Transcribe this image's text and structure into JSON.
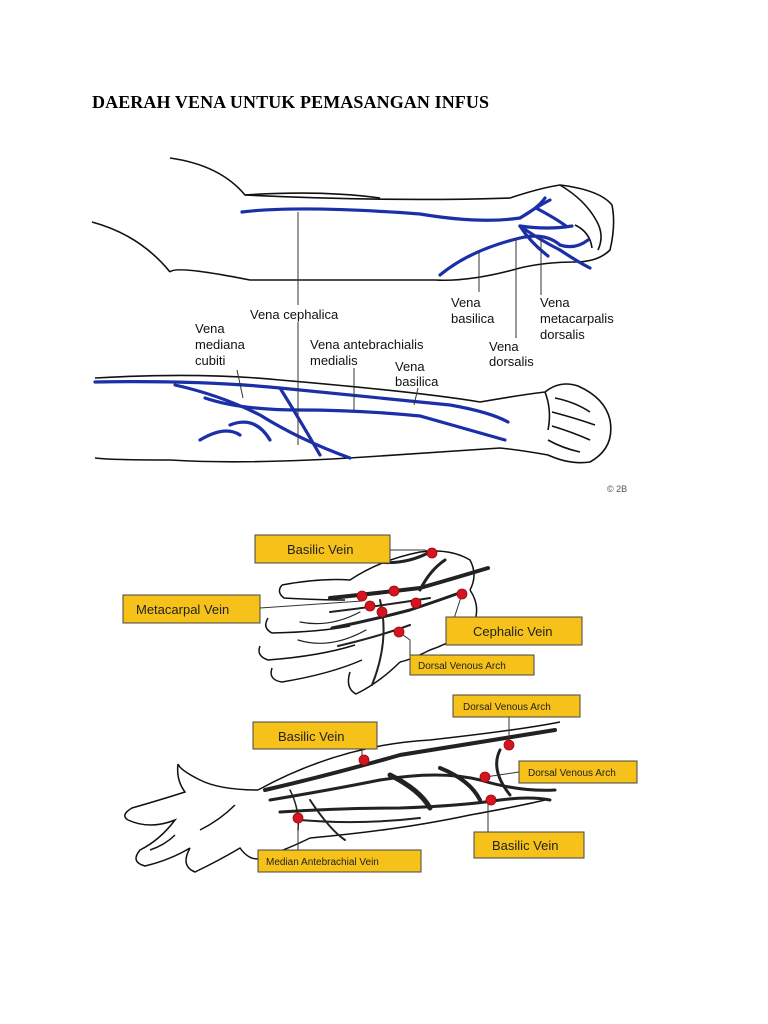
{
  "title": "DAERAH VENA UNTUK PEMASANGAN INFUS",
  "upper_diagram": {
    "labels": {
      "cephalica": "Vena cephalica",
      "mediana_1": "Vena",
      "mediana_2": "mediana",
      "mediana_3": "cubiti",
      "antebrachialis_1": "Vena antebrachialis",
      "antebrachialis_2": "medialis",
      "basilica_lower_1": "Vena",
      "basilica_lower_2": "basilica",
      "basilica_upper_1": "Vena",
      "basilica_upper_2": "basilica",
      "dorsalis_1": "Vena",
      "dorsalis_2": "dorsalis",
      "metacarpalis_1": "Vena",
      "metacarpalis_2": "metacarpalis",
      "metacarpalis_3": "dorsalis"
    },
    "copyright": "© 2B",
    "vein_color": "#1a2fa8"
  },
  "lower_diagram": {
    "labels": {
      "basilic_top": "Basilic Vein",
      "metacarpal": "Metacarpal Vein",
      "cephalic": "Cephalic Vein",
      "dorsal_arch_hand": "Dorsal Venous Arch",
      "dorsal_arch_top": "Dorsal Venous Arch",
      "basilic_mid": "Basilic Vein",
      "dorsal_arch_right": "Dorsal Venous Arch",
      "basilic_bottom": "Basilic Vein",
      "median_antebrachial": "Median Antebrachial Vein"
    },
    "box_color": "#f6c21a",
    "marker_color": "#d4141e"
  }
}
